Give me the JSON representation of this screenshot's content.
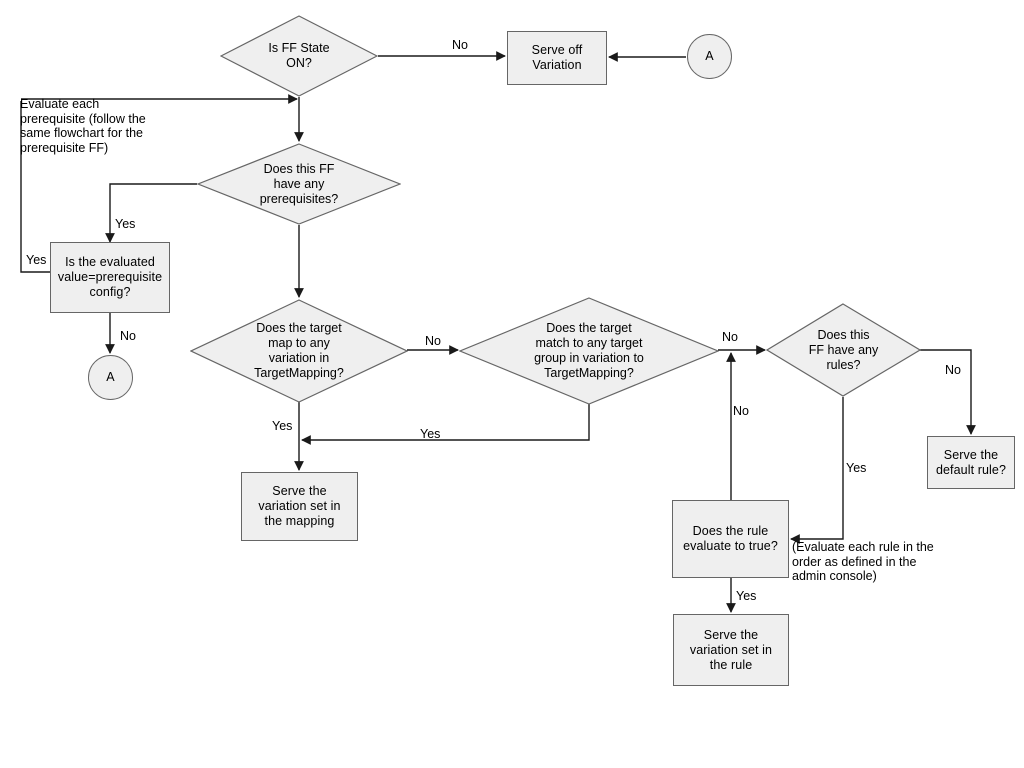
{
  "diagram": {
    "title": "Feature Flag Evaluation Flowchart",
    "colors": {
      "node_fill": "#efefef",
      "node_stroke": "#666666",
      "edge_stroke": "#1a1a1a",
      "text": "#000000",
      "background": "#ffffff"
    }
  },
  "nodes": {
    "ff_state_on": {
      "label": "Is FF State\nON?",
      "shape": "diamond"
    },
    "serve_off_variation": {
      "label": "Serve off\nVariation",
      "shape": "box"
    },
    "connector_a_top": {
      "label": "A",
      "shape": "circle"
    },
    "has_prerequisites": {
      "label": "Does this FF\nhave any\nprerequisites?",
      "shape": "diamond"
    },
    "evaluated_value_check": {
      "label": "Is the evaluated\nvalue=prerequisite\nconfig?",
      "shape": "box"
    },
    "connector_a_bottom": {
      "label": "A",
      "shape": "circle"
    },
    "target_map_variation": {
      "label": "Does the target\nmap to any\nvariation in\nTargetMapping?",
      "shape": "diamond"
    },
    "target_match_group": {
      "label": "Does the target\nmatch to any target\ngroup in variation to\nTargetMapping?",
      "shape": "diamond"
    },
    "has_rules": {
      "label": "Does this\nFF have any\nrules?",
      "shape": "diamond"
    },
    "serve_default_rule": {
      "label": "Serve the\ndefault rule?",
      "shape": "box"
    },
    "serve_variation_mapping": {
      "label": "Serve the\nvariation set in\nthe mapping",
      "shape": "box"
    },
    "rule_evaluate_true": {
      "label": "Does the rule\nevaluate to true?",
      "shape": "box"
    },
    "serve_variation_rule": {
      "label": "Serve the\nvariation set in\nthe rule",
      "shape": "box"
    }
  },
  "annotations": {
    "prerequisite_note": "Evaluate each\nprerequisite (follow the\nsame flowchart for the\nprerequisite FF)",
    "rule_order_note": "(Evaluate each rule in the\norder as defined in the\nadmin console)"
  },
  "edge_labels": {
    "ff_state_no": "No",
    "prereq_yes": "Yes",
    "prereq_loopback_yes": "Yes",
    "evaluated_no": "No",
    "target_map_no": "No",
    "target_map_yes": "Yes",
    "target_match_yes": "Yes",
    "target_match_no": "No",
    "rules_back_no": "No",
    "rules_no": "No",
    "rules_yes": "Yes",
    "rule_true_yes": "Yes"
  }
}
